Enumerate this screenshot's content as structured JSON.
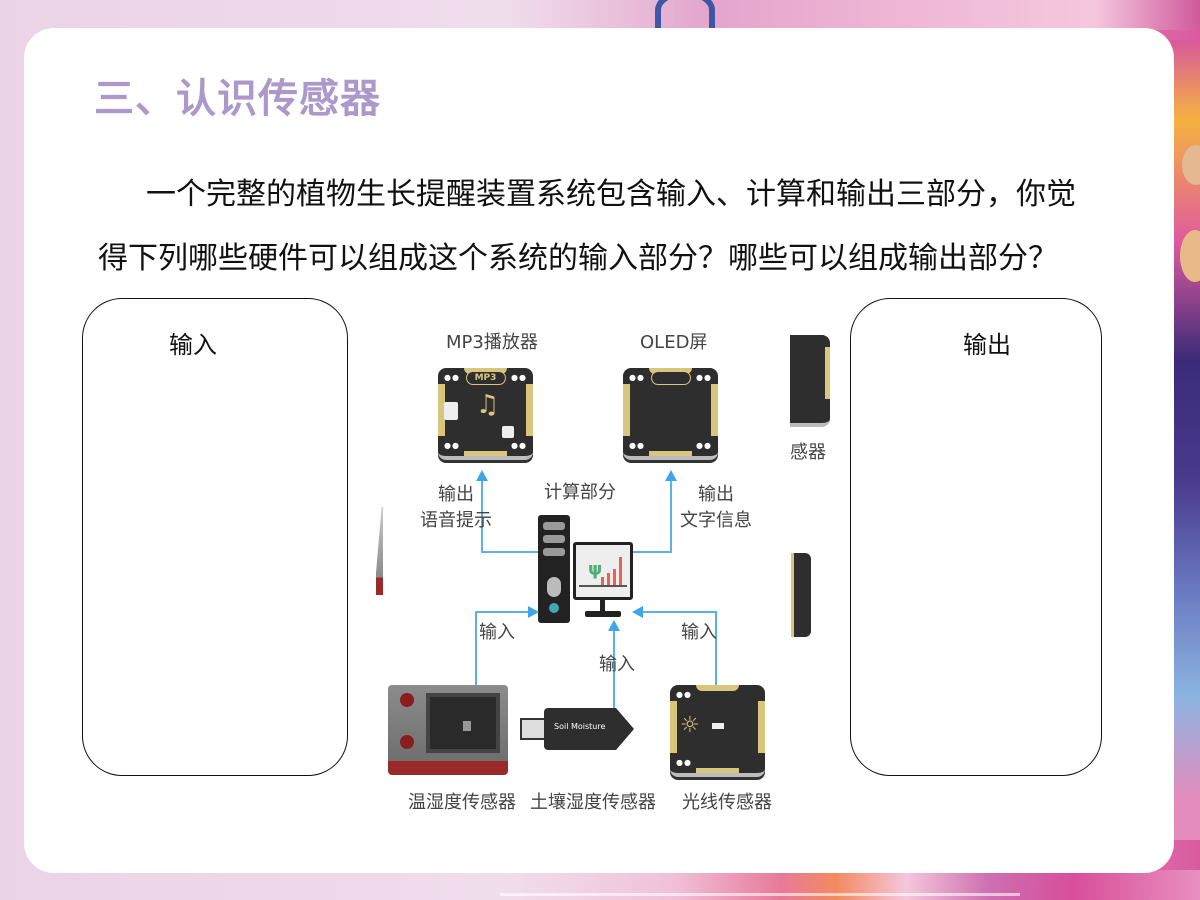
{
  "slide": {
    "title": "三、认识传感器",
    "paragraph": {
      "line1": "一个完整的植物生长提醒装置系统包含输入、计算和输出三部分，你觉",
      "line2": "得下列哪些硬件可以组成这个系统的输入部分？哪些可以组成输出部分？"
    },
    "input_box": {
      "label": "输入"
    },
    "output_box": {
      "label": "输出"
    },
    "colors": {
      "title": "#ac98ca",
      "arrow": "#3ea5e6",
      "module_gold": "#d8c57e",
      "module_dark": "#2e2e2e"
    }
  },
  "diagram": {
    "top_modules": [
      {
        "label": "MP3播放器",
        "tag": "MP3",
        "icon": "music-note-icon"
      },
      {
        "label": "OLED屏"
      }
    ],
    "center": {
      "label": "计算部分",
      "icon": "computer-icon"
    },
    "output_arrows": [
      {
        "line1": "输出",
        "line2": "语音提示"
      },
      {
        "line1": "输出",
        "line2": "文字信息"
      }
    ],
    "input_arrows": [
      "输入",
      "输入",
      "输入"
    ],
    "bottom_modules": [
      {
        "label": "温湿度传感器"
      },
      {
        "label": "土壤湿度传感器",
        "printed_text": "Soil Moisture"
      },
      {
        "label": "光线传感器",
        "icon": "sun-icon"
      }
    ],
    "partial_right_label": "感器"
  }
}
